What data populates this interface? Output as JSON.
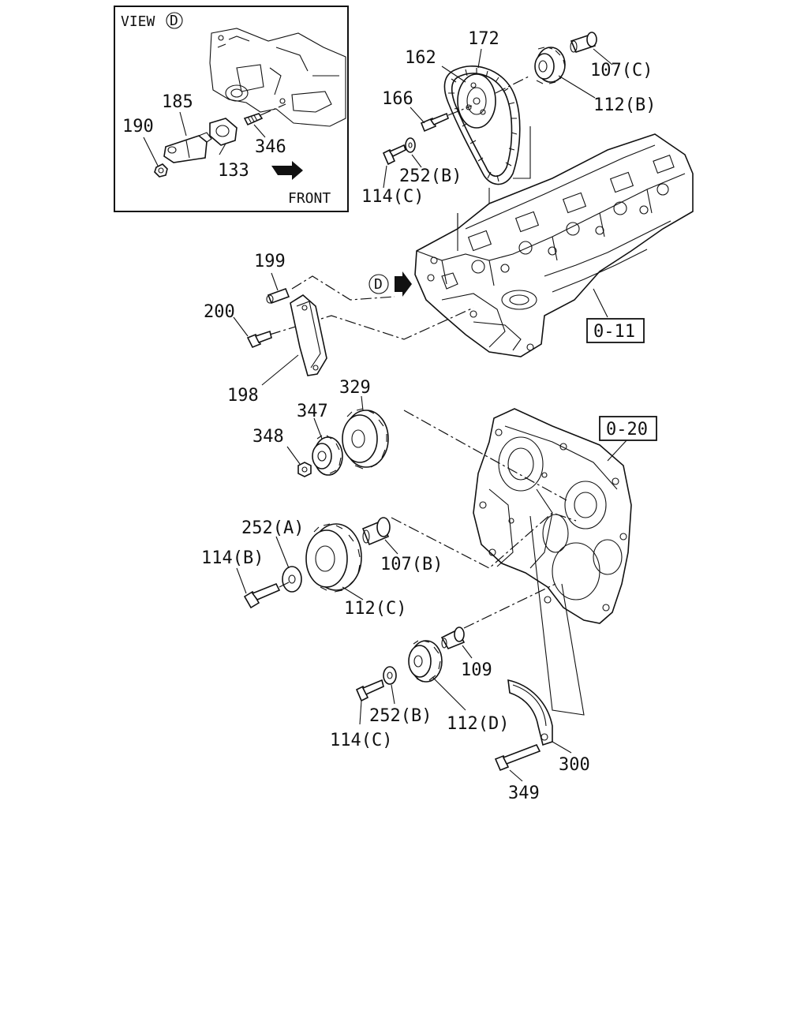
{
  "inset": {
    "title": "VIEW",
    "view_letter": "D",
    "front_label": "FRONT",
    "labels": {
      "p185": "185",
      "p190": "190",
      "p133": "133",
      "p346": "346"
    }
  },
  "view_marker": "D",
  "refs": {
    "ref_head": "0-11",
    "ref_cover": "0-20"
  },
  "labels": {
    "p172": "172",
    "p162": "162",
    "p107c": "107(C)",
    "p166": "166",
    "p112b": "112(B)",
    "p114c_top": "114(C)",
    "p252b_top": "252(B)",
    "p199": "199",
    "p200": "200",
    "p198": "198",
    "p329": "329",
    "p347": "347",
    "p348": "348",
    "p252a": "252(A)",
    "p114b": "114(B)",
    "p107b": "107(B)",
    "p112c": "112(C)",
    "p109": "109",
    "p252b_bot": "252(B)",
    "p114c_bot": "114(C)",
    "p112d": "112(D)",
    "p300": "300",
    "p349": "349"
  }
}
